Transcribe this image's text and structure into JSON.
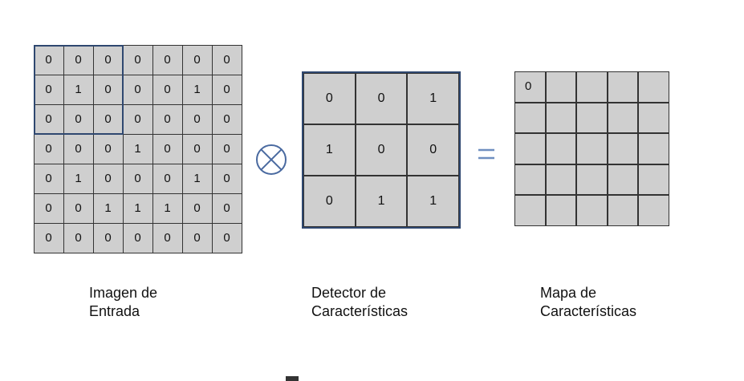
{
  "input_image": {
    "rows": [
      [
        "0",
        "0",
        "0",
        "0",
        "0",
        "0",
        "0"
      ],
      [
        "0",
        "1",
        "0",
        "0",
        "0",
        "1",
        "0"
      ],
      [
        "0",
        "0",
        "0",
        "0",
        "0",
        "0",
        "0"
      ],
      [
        "0",
        "0",
        "0",
        "1",
        "0",
        "0",
        "0"
      ],
      [
        "0",
        "1",
        "0",
        "0",
        "0",
        "1",
        "0"
      ],
      [
        "0",
        "0",
        "1",
        "1",
        "1",
        "0",
        "0"
      ],
      [
        "0",
        "0",
        "0",
        "0",
        "0",
        "0",
        "0"
      ]
    ],
    "label_line1": "Imagen de",
    "label_line2": "Entrada"
  },
  "feature_detector": {
    "rows": [
      [
        "0",
        "0",
        "1"
      ],
      [
        "1",
        "0",
        "0"
      ],
      [
        "0",
        "1",
        "1"
      ]
    ],
    "label_line1": "Detector de",
    "label_line2": "Características"
  },
  "feature_map": {
    "rows": [
      [
        "0",
        "",
        "",
        "",
        ""
      ],
      [
        "",
        "",
        "",
        "",
        ""
      ],
      [
        "",
        "",
        "",
        "",
        ""
      ],
      [
        "",
        "",
        "",
        "",
        ""
      ],
      [
        "",
        "",
        "",
        "",
        ""
      ]
    ],
    "label_line1": "Mapa de",
    "label_line2": "Características"
  },
  "operators": {
    "convolution_icon": "circle-times-icon",
    "equals": "="
  },
  "colors": {
    "cell_fill": "#cfcfcf",
    "highlight_border": "#2f4870",
    "operator_color": "#4a6aa0"
  }
}
